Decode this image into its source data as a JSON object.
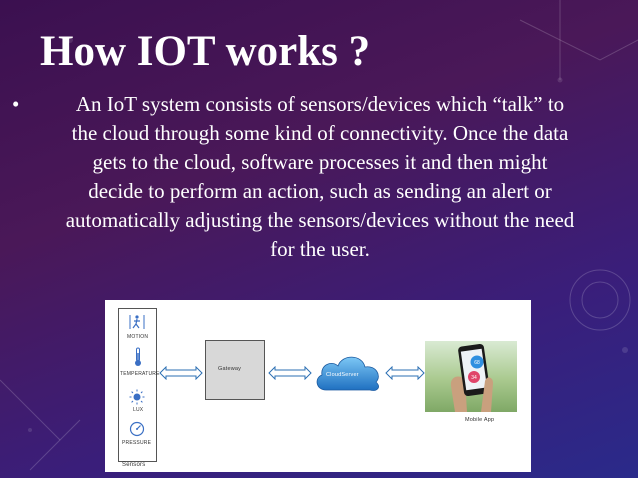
{
  "slide": {
    "title": "How IOT works ?",
    "bullet_symbol": "•",
    "bullet_lines": [
      "An IoT system consists of sensors/devices which “talk” to",
      "the cloud through some kind of connectivity. Once the data",
      "gets to the cloud, software processes it and then might",
      "decide to perform an action, such as sending an alert or",
      "automatically adjusting the sensors/devices without the need",
      "for the user."
    ]
  },
  "diagram": {
    "sensor_labels": [
      "MOTION",
      "TEMPERATURE",
      "LUX",
      "PRESSURE"
    ],
    "sensors_caption": "Sensors",
    "gateway_label": "Gateway",
    "cloud_label": "CloudServer",
    "app_caption": "Mobile App",
    "phone_values": [
      "68",
      "34"
    ]
  },
  "colors": {
    "background_top": "#3b1050",
    "background_bottom": "#2a2a8a",
    "cloud_blue": "#1e88d8",
    "arrow_blue": "#2b6fb3",
    "phone_circle_blue": "#2f8fe0",
    "phone_circle_pink": "#e0446a"
  },
  "icons": [
    "motion-sensor-icon",
    "thermometer-icon",
    "lux-sun-icon",
    "pressure-gauge-icon",
    "cloud-icon",
    "smartphone-icon"
  ]
}
